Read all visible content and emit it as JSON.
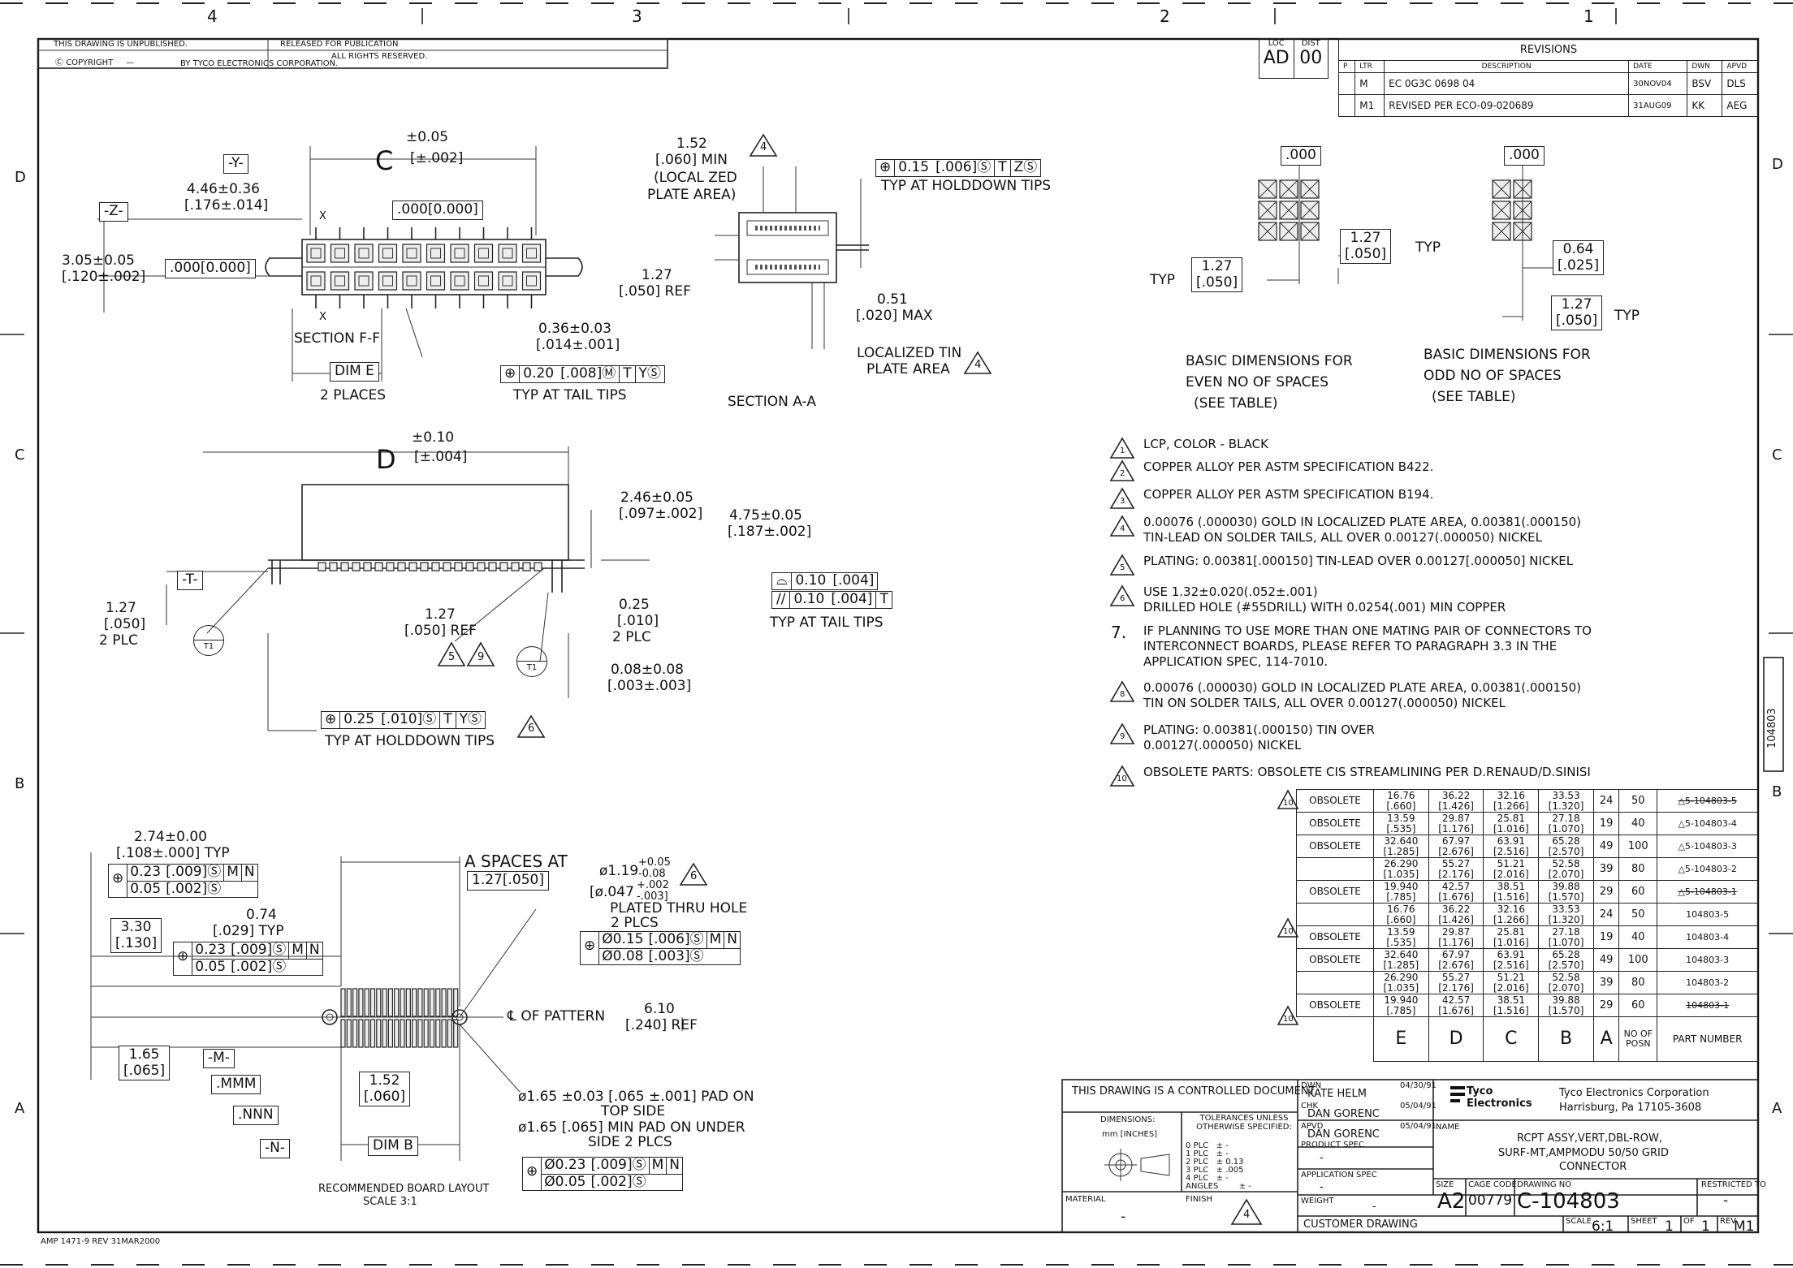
{
  "zones": {
    "top": [
      "4",
      "3",
      "2",
      "1"
    ],
    "side": [
      "D",
      "C",
      "B",
      "A"
    ]
  },
  "header": {
    "unpublished": "THIS DRAWING IS UNPUBLISHED.",
    "released": "RELEASED FOR PUBLICATION",
    "copyright": "COPYRIGHT",
    "dash": "—",
    "by": "BY TYCO ELECTRONICS CORPORATION.",
    "rights": "ALL RIGHTS RESERVED."
  },
  "loc_dist": {
    "loc_label": "LOC",
    "loc": "AD",
    "dist_label": "DIST",
    "dist": "00"
  },
  "revisions": {
    "title": "REVISIONS",
    "headers": [
      "P",
      "LTR",
      "DESCRIPTION",
      "DATE",
      "DWN",
      "APVD"
    ],
    "rows": [
      {
        "ltr": "M",
        "desc": "EC 0G3C 0698 04",
        "date": "30NOV04",
        "dwn": "BSV",
        "apvd": "DLS"
      },
      {
        "ltr": "M1",
        "desc": "REVISED PER ECO-09-020689",
        "date": "31AUG09",
        "dwn": "KK",
        "apvd": "AEG"
      }
    ]
  },
  "views": {
    "top": {
      "c_tol": "±0.05",
      "c_letter": "C",
      "c_inch": "[±.002]",
      "y_datum": "-Y-",
      "z_datum": "-Z-",
      "w1": "4.46±0.36",
      "w1_in": "[.176±.014]",
      "pos1": ".000[0.000]",
      "h1": "3.05±0.05",
      "h1_in": "[.120±.002]",
      "pos2": ".000[0.000]",
      "x1": "X",
      "x2": "X",
      "section": "SECTION F-F",
      "dim_e": "DIM E",
      "places": "2 PLACES",
      "t1": "0.36±0.03",
      "t1_in": "[.014±.001]",
      "fcf": [
        "⊕",
        "0.20",
        "[.008]Ⓜ",
        "T",
        "YⓈ"
      ],
      "fcf_note": "TYP AT TAIL TIPS"
    },
    "section_a": {
      "d1": "1.52",
      "d1_in": "[.060] MIN",
      "d1_note1": "(LOCAL ZED",
      "d1_note2": "PLATE AREA)",
      "flag": "4",
      "fcf": [
        "⊕",
        "0.15",
        "[.006]Ⓢ",
        "T",
        "ZⓈ"
      ],
      "fcf_note": "TYP AT HOLDDOWN TIPS",
      "ref": "1.27",
      "ref_in": "[.050] REF",
      "max": "0.51",
      "max_in": "[.020] MAX",
      "tin1": "LOCALIZED TIN",
      "tin2": "PLATE AREA",
      "tin_flag": "4",
      "title": "SECTION A-A"
    },
    "basic": {
      "even_box": ".000",
      "even_1": "1.27",
      "even_1_in": "[.050]",
      "even_typ": "TYP",
      "even_2": "1.27",
      "even_2_in": "[.050]",
      "even_typ2": "TYP",
      "even_title1": "BASIC DIMENSIONS FOR",
      "even_title2": "EVEN NO OF SPACES",
      "even_title3": "(SEE TABLE)",
      "odd_box": ".000",
      "odd_1": "0.64",
      "odd_1_in": "[.025]",
      "odd_2": "1.27",
      "odd_2_in": "[.050]",
      "odd_typ": "TYP",
      "odd_title1": "BASIC DIMENSIONS FOR",
      "odd_title2": "ODD NO OF SPACES",
      "odd_title3": "(SEE TABLE)"
    },
    "side": {
      "d_tol": "±0.10",
      "d_letter": "D",
      "d_inch": "[±.004]",
      "h1": "2.46±0.05",
      "h1_in": "[.097±.002]",
      "h2": "4.75±0.05",
      "h2_in": "[.187±.002]",
      "t_datum": "-T-",
      "p1": "1.27",
      "p1_in": "[.050]",
      "p1_n": "2 PLC",
      "r1": "1.27",
      "r1_in": "[.050] REF",
      "a1": "0.25",
      "a1_in": "[.010]",
      "a1_n": "2 PLC",
      "a2": "0.08±0.08",
      "a2_in": "[.003±.003]",
      "flat": [
        "⌓",
        "0.10",
        "[.004]"
      ],
      "par": [
        "//",
        "0.10",
        "[.004]",
        "T"
      ],
      "tail_note": "TYP AT TAIL TIPS",
      "t1": "T1",
      "t1b": "T1",
      "flag5": "5",
      "flag9": "9",
      "fcf": [
        "⊕",
        "0.25",
        "[.010]Ⓢ",
        "T",
        "YⓈ"
      ],
      "fcf_note": "TYP AT HOLDDOWN TIPS",
      "flag6": "6"
    },
    "layout": {
      "a1": "2.74±0.00",
      "a1_in": "[.108±.000] TYP",
      "fcf1": [
        "⊕",
        "0.23",
        "[.009]Ⓢ",
        "M",
        "N"
      ],
      "fcf1b": [
        "0.05",
        "[.002]Ⓢ"
      ],
      "a2": "0.74",
      "a2_in": "[.029] TYP",
      "a3": "3.30",
      "a3_in": "[.130]",
      "fcf2": [
        "⊕",
        "0.23",
        "[.009]Ⓢ",
        "M",
        "N"
      ],
      "fcf2b": [
        "0.05",
        "[.002]Ⓢ"
      ],
      "spaces": "A SPACES AT",
      "spaces_box": "1.27[.050]",
      "hole1": "ø1.19",
      "hole1_tol1": "+0.05",
      "hole1_tol2": "-0.08",
      "hole2": "[ø.047",
      "hole2_tol1": "+.002",
      "hole2_tol2": "-.003]",
      "plated": "PLATED THRU HOLE",
      "plcs": "2 PLCS",
      "flag6": "6",
      "fcf3": [
        "⊕",
        "Ø0.15",
        "[.006]Ⓢ",
        "M",
        "N"
      ],
      "fcf3b": [
        "Ø0.08",
        "[.003]Ⓢ"
      ],
      "pattern": "℄ OF PATTERN",
      "ref": "6.10",
      "ref_in": "[.240] REF",
      "s1": "1.65",
      "s1_in": "[.065]",
      "m_datum": "-M-",
      "mmm": ".MMM",
      "nnn": ".NNN",
      "n_datum": "-N-",
      "s2": "1.52",
      "s2_in": "[.060]",
      "dim_b": "DIM B",
      "pad1": "ø1.65 ±0.03 [.065 ±.001] PAD ON",
      "pad2": "TOP SIDE",
      "pad3": "ø1.65 [.065] MIN PAD ON UNDER",
      "pad4": "SIDE 2 PLCS",
      "fcf4": [
        "⊕",
        "Ø0.23",
        "[.009]Ⓢ",
        "M",
        "N"
      ],
      "fcf4b": [
        "Ø0.05",
        "[.002]Ⓢ"
      ],
      "title": "RECOMMENDED BOARD LAYOUT",
      "scale": "SCALE   3:1"
    }
  },
  "notes": [
    {
      "num": "1",
      "flag": true,
      "lines": [
        "LCP, COLOR - BLACK"
      ]
    },
    {
      "num": "2",
      "flag": true,
      "lines": [
        "COPPER ALLOY PER ASTM SPECIFICATION B422."
      ]
    },
    {
      "num": "3",
      "flag": true,
      "lines": [
        "COPPER ALLOY PER ASTM SPECIFICATION B194."
      ]
    },
    {
      "num": "4",
      "flag": true,
      "lines": [
        "0.00076 (.000030) GOLD IN LOCALIZED PLATE AREA, 0.00381(.000150)",
        "TIN-LEAD ON SOLDER TAILS, ALL OVER 0.00127(.000050) NICKEL"
      ]
    },
    {
      "num": "5",
      "flag": true,
      "lines": [
        "PLATING: 0.00381[.000150] TIN-LEAD OVER 0.00127[.000050] NICKEL"
      ]
    },
    {
      "num": "6",
      "flag": true,
      "lines": [
        "USE 1.32±0.020(.052±.001)",
        "DRILLED HOLE (#55DRILL) WITH 0.0254(.001) MIN COPPER"
      ]
    },
    {
      "num": "7.",
      "flag": false,
      "lines": [
        "IF PLANNING TO USE MORE THAN ONE MATING PAIR OF CONNECTORS TO",
        "INTERCONNECT BOARDS, PLEASE REFER TO PARAGRAPH 3.3 IN THE",
        "APPLICATION SPEC, 114-7010."
      ]
    },
    {
      "num": "8",
      "flag": true,
      "lines": [
        "0.00076 (.000030) GOLD IN LOCALIZED PLATE AREA, 0.00381(.000150)",
        "TIN ON SOLDER TAILS, ALL OVER 0.00127(.000050) NICKEL"
      ]
    },
    {
      "num": "9",
      "flag": true,
      "lines": [
        "PLATING: 0.00381(.000150) TIN OVER",
        "0.00127(.000050) NICKEL"
      ]
    },
    {
      "num": "10",
      "flag": true,
      "lines": [
        "OBSOLETE PARTS: OBSOLETE CIS STREAMLINING PER D.RENAUD/D.SINISI"
      ]
    }
  ],
  "table": {
    "headers": [
      "",
      "E",
      "D",
      "C",
      "B",
      "A",
      "NO OF POSN",
      "PART NUMBER"
    ],
    "rows": [
      {
        "status": "OBSOLETE",
        "e": "16.76 [.660]",
        "d": "36.22 [1.426]",
        "c": "32.16 [1.266]",
        "b": "33.53 [1.320]",
        "a": "24",
        "posn": "50",
        "part": "5-104803-5"
      },
      {
        "status": "OBSOLETE",
        "e": "13.59 [.535]",
        "d": "29.87 [1.176]",
        "c": "25.81 [1.016]",
        "b": "27.18 [1.070]",
        "a": "19",
        "posn": "40",
        "part": "5-104803-4"
      },
      {
        "status": "OBSOLETE",
        "e": "32.640 [1.285]",
        "d": "67.97 [2.676]",
        "c": "63.91 [2.516]",
        "b": "65.28 [2.570]",
        "a": "49",
        "posn": "100",
        "part": "5-104803-3"
      },
      {
        "status": "",
        "e": "26.290 [1.035]",
        "d": "55.27 [2.176]",
        "c": "51.21 [2.016]",
        "b": "52.58 [2.070]",
        "a": "39",
        "posn": "80",
        "part": "5-104803-2"
      },
      {
        "status": "OBSOLETE",
        "e": "19.940 [.785]",
        "d": "42.57 [1.676]",
        "c": "38.51 [1.516]",
        "b": "39.88 [1.570]",
        "a": "29",
        "posn": "60",
        "part": "5-104803-1"
      },
      {
        "status": "",
        "e": "16.76 [.660]",
        "d": "36.22 [1.426]",
        "c": "32.16 [1.266]",
        "b": "33.53 [1.320]",
        "a": "24",
        "posn": "50",
        "part": "104803-5"
      },
      {
        "status": "OBSOLETE",
        "e": "13.59 [.535]",
        "d": "29.87 [1.176]",
        "c": "25.81 [1.016]",
        "b": "27.18 [1.070]",
        "a": "19",
        "posn": "40",
        "part": "104803-4"
      },
      {
        "status": "OBSOLETE",
        "e": "32.640 [1.285]",
        "d": "67.97 [2.676]",
        "c": "63.91 [2.516]",
        "b": "65.28 [2.570]",
        "a": "49",
        "posn": "100",
        "part": "104803-3"
      },
      {
        "status": "",
        "e": "26.290 [1.035]",
        "d": "55.27 [2.176]",
        "c": "51.21 [2.016]",
        "b": "52.58 [2.070]",
        "a": "39",
        "posn": "80",
        "part": "104803-2"
      },
      {
        "status": "OBSOLETE",
        "e": "19.940 [.785]",
        "d": "42.57 [1.676]",
        "c": "38.51 [1.516]",
        "b": "39.88 [1.570]",
        "a": "29",
        "posn": "60",
        "part": "104803-1"
      }
    ]
  },
  "title_block": {
    "controlled": "THIS DRAWING IS A CONTROLLED DOCUMENT.",
    "dimensions": "DIMENSIONS:",
    "units": "mm [INCHES]",
    "tol_title": "TOLERANCES UNLESS OTHERWISE SPECIFIED:",
    "tol_lines": [
      "0 PLC   ± -",
      "1 PLC   ± -",
      "2 PLC   ± 0.13",
      "3 PLC   ± .005",
      "4 PLC   ± -",
      "ANGLES        ± -"
    ],
    "material": "MATERIAL",
    "material_val": "-",
    "finish": "FINISH",
    "finish_flag": "4",
    "dwn": "DWN",
    "dwn_name": "KATE HELM",
    "dwn_date": "04/30/91",
    "chk": "CHK",
    "chk_name": "DAN GORENC",
    "chk_date": "05/04/91",
    "apvd": "APVD",
    "apvd_name": "DAN GORENC",
    "apvd_date": "05/04/91",
    "product_spec": "PRODUCT SPEC",
    "product_spec_val": "-",
    "app_spec": "APPLICATION SPEC",
    "app_spec_val": "-",
    "weight": "WEIGHT",
    "weight_val": "-",
    "customer": "CUSTOMER DRAWING",
    "company1": "Tyco",
    "company2": "Electronics",
    "corp": "Tyco Electronics Corporation",
    "addr": "Harrisburg, Pa 17105-3608",
    "name_label": "NAME",
    "name1": "RCPT ASSY,VERT,DBL-ROW,",
    "name2": "SURF-MT,AMPMODU 50/50 GRID",
    "name3": "CONNECTOR",
    "size_label": "SIZE",
    "size": "A2",
    "cage_label": "CAGE CODE",
    "cage": "00779",
    "dwgno_label": "DRAWING NO",
    "dwgno": "C-104803",
    "restricted": "RESTRICTED TO",
    "restricted_val": "-",
    "scale_label": "SCALE",
    "scale": "6:1",
    "sheet_label": "SHEET",
    "sheet": "1",
    "of_label": "OF",
    "of": "1",
    "rev_label": "REV",
    "rev": "M1"
  },
  "margin": {
    "side_tab": "104803",
    "footer": "AMP 1471-9 REV 31MAR2000"
  }
}
